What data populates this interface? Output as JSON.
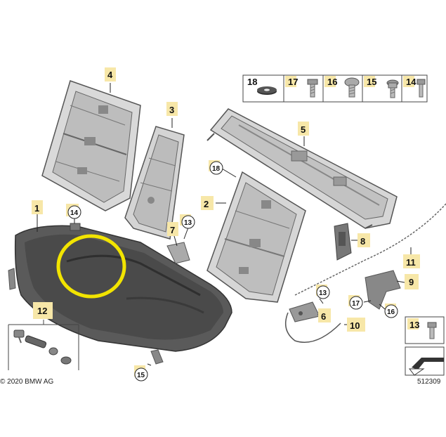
{
  "copyright": "© 2020 BMW AG",
  "diagram_number": "512309",
  "highlight_color": "#f2e400",
  "tag_color": "#f7e7a8",
  "parts_header": [
    {
      "num": "18",
      "icon": "rubber-washer-icon"
    },
    {
      "num": "17",
      "icon": "hex-screw-icon"
    },
    {
      "num": "16",
      "icon": "torx-screw-icon"
    },
    {
      "num": "15",
      "icon": "flange-bolt-icon"
    },
    {
      "num": "14",
      "icon": "bolt-icon"
    }
  ],
  "part_13_box": {
    "num": "13",
    "icon": "short-screw-icon"
  },
  "part_12_group": "12",
  "callouts": {
    "p1": "1",
    "p2": "2",
    "p3": "3",
    "p4": "4",
    "p5": "5",
    "p6": "6",
    "p7": "7",
    "p8": "8",
    "p9": "9",
    "p10": "10",
    "p11": "11",
    "p12": "12",
    "c13a": "13",
    "c13b": "13",
    "c14": "14",
    "c15": "15",
    "c16": "16",
    "c17": "17",
    "c18": "18"
  }
}
